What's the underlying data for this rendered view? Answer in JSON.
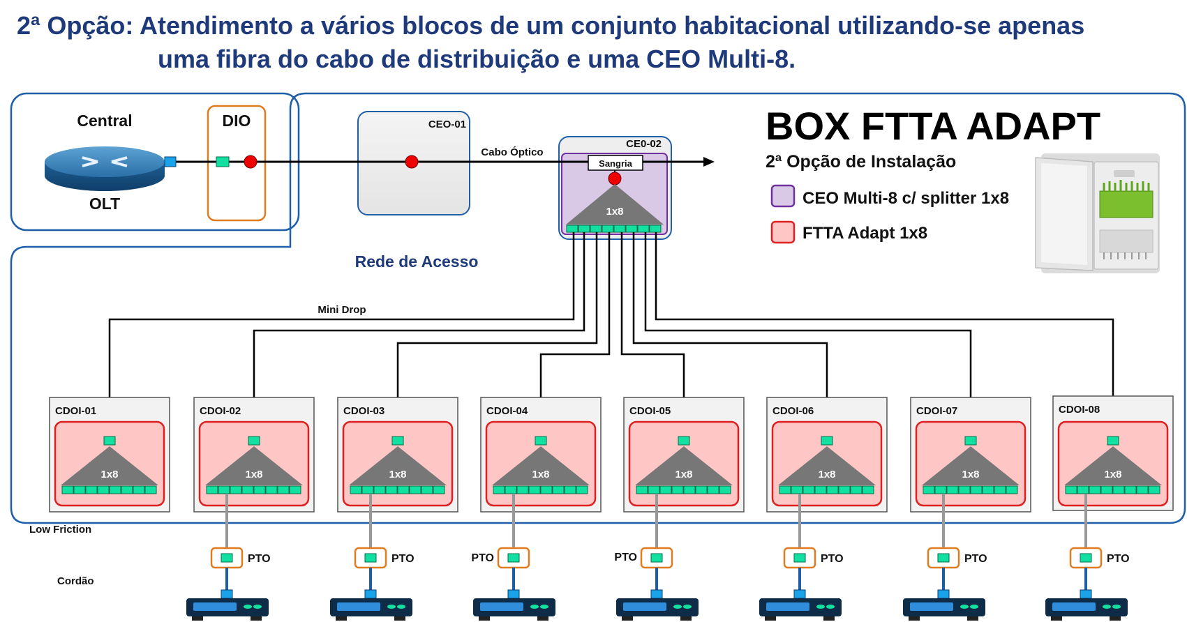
{
  "title": {
    "line1": "2ª Opção: Atendimento a vários blocos de um conjunto habitacional utilizando-se apenas",
    "line2": "uma fibra do cabo de distribuição e uma CEO Multi-8."
  },
  "central": {
    "label": "Central",
    "olt_label": "OLT",
    "dio_label": "DIO"
  },
  "ceo01_label": "CEO-01",
  "ceo02_label": "CE0-02",
  "cabo_optico_label": "Cabo Óptico",
  "sangria_label": "Sangria",
  "splitter_label": "1x8",
  "rede_acesso_label": "Rede de Acesso",
  "mini_drop_label": "Mini Drop",
  "low_friction_label": "Low Friction",
  "cordao_label": "Cordão",
  "pto_label": "PTO",
  "box": {
    "title": "BOX FTTA ADAPT",
    "subtitle": "2ª Opção de Instalação",
    "legend": [
      {
        "label": "CEO Multi-8 c/ splitter 1x8",
        "fill": "#d9c8e6",
        "stroke": "#7030a0"
      },
      {
        "label": "FTTA Adapt 1x8",
        "fill": "#ffc6c6",
        "stroke": "#e02020"
      }
    ]
  },
  "cdois": [
    "CDOI-01",
    "CDOI-02",
    "CDOI-03",
    "CDOI-04",
    "CDOI-05",
    "CDOI-06",
    "CDOI-07",
    "CDOI-08"
  ],
  "colors": {
    "frame_blue": "#1f5fa8",
    "dio_orange": "#e07b20",
    "connector_green": "#12e0a0",
    "red_dot": "#ee0000",
    "ftta_fill": "#ffc6c6",
    "ftta_stroke": "#e02020",
    "ceo_purple": "#7030a0",
    "splitter_gray": "#777777"
  }
}
